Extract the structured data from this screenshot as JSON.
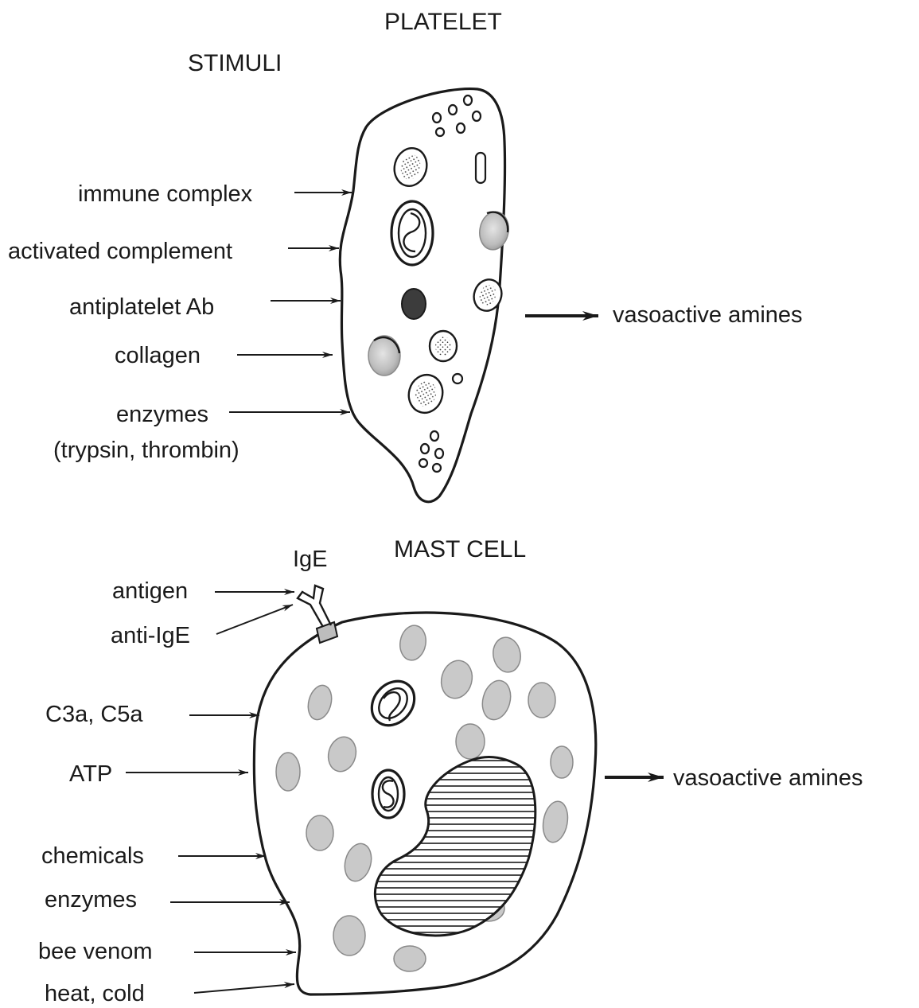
{
  "titles": {
    "platelet": "PLATELET",
    "stimuli": "STIMULI",
    "mast_cell": "MAST CELL"
  },
  "platelet": {
    "stimuli": [
      "immune complex",
      "activated complement",
      "antiplatelet Ab",
      "collagen",
      "enzymes",
      "(trypsin, thrombin)"
    ],
    "output": "vasoactive amines"
  },
  "mast_cell": {
    "receptor_label": "IgE",
    "stimuli": [
      "antigen",
      "anti-IgE",
      "C3a, C5a",
      "ATP",
      "chemicals",
      "enzymes",
      "bee venom",
      "heat, cold"
    ],
    "output": "vasoactive amines"
  }
}
